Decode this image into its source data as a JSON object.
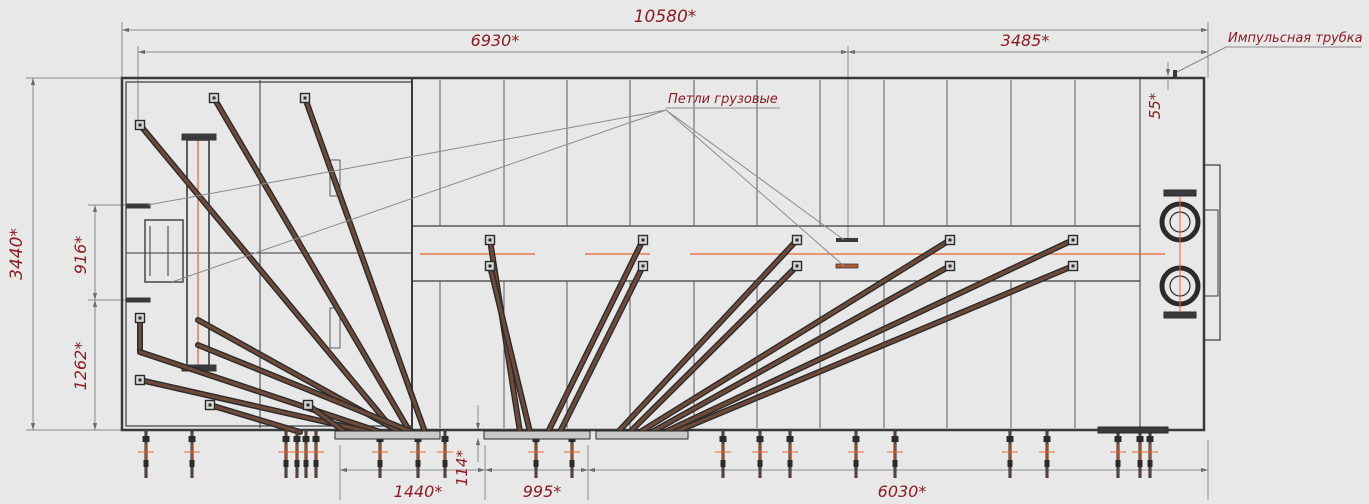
{
  "colors": {
    "background": "#e8e8e9",
    "outline": "#3a3a3c",
    "thin_line": "#6b6b6e",
    "dimension_text": "#8a1c22",
    "pipe_fill": "#6e4a3a",
    "pipe_edge": "#2b2b2b",
    "accent_orange": "#e8642b"
  },
  "dimensions": {
    "overall_length": "10580*",
    "section_a": "6930*",
    "section_b": "3485*",
    "overall_height": "3440*",
    "mid_height": "916*",
    "lower_height": "1262*",
    "tube_offset": "55*",
    "bottom_offset": "114*",
    "bottom_a": "1440*",
    "bottom_b": "995*",
    "bottom_c": "6030*"
  },
  "callouts": {
    "lifting_loops": "Петли грузовые",
    "impulse_tube": "Импульсная трубка"
  },
  "icons": {
    "valve": "valve-icon",
    "flange": "flange-icon",
    "lifting_loop": "lifting-loop-icon"
  }
}
